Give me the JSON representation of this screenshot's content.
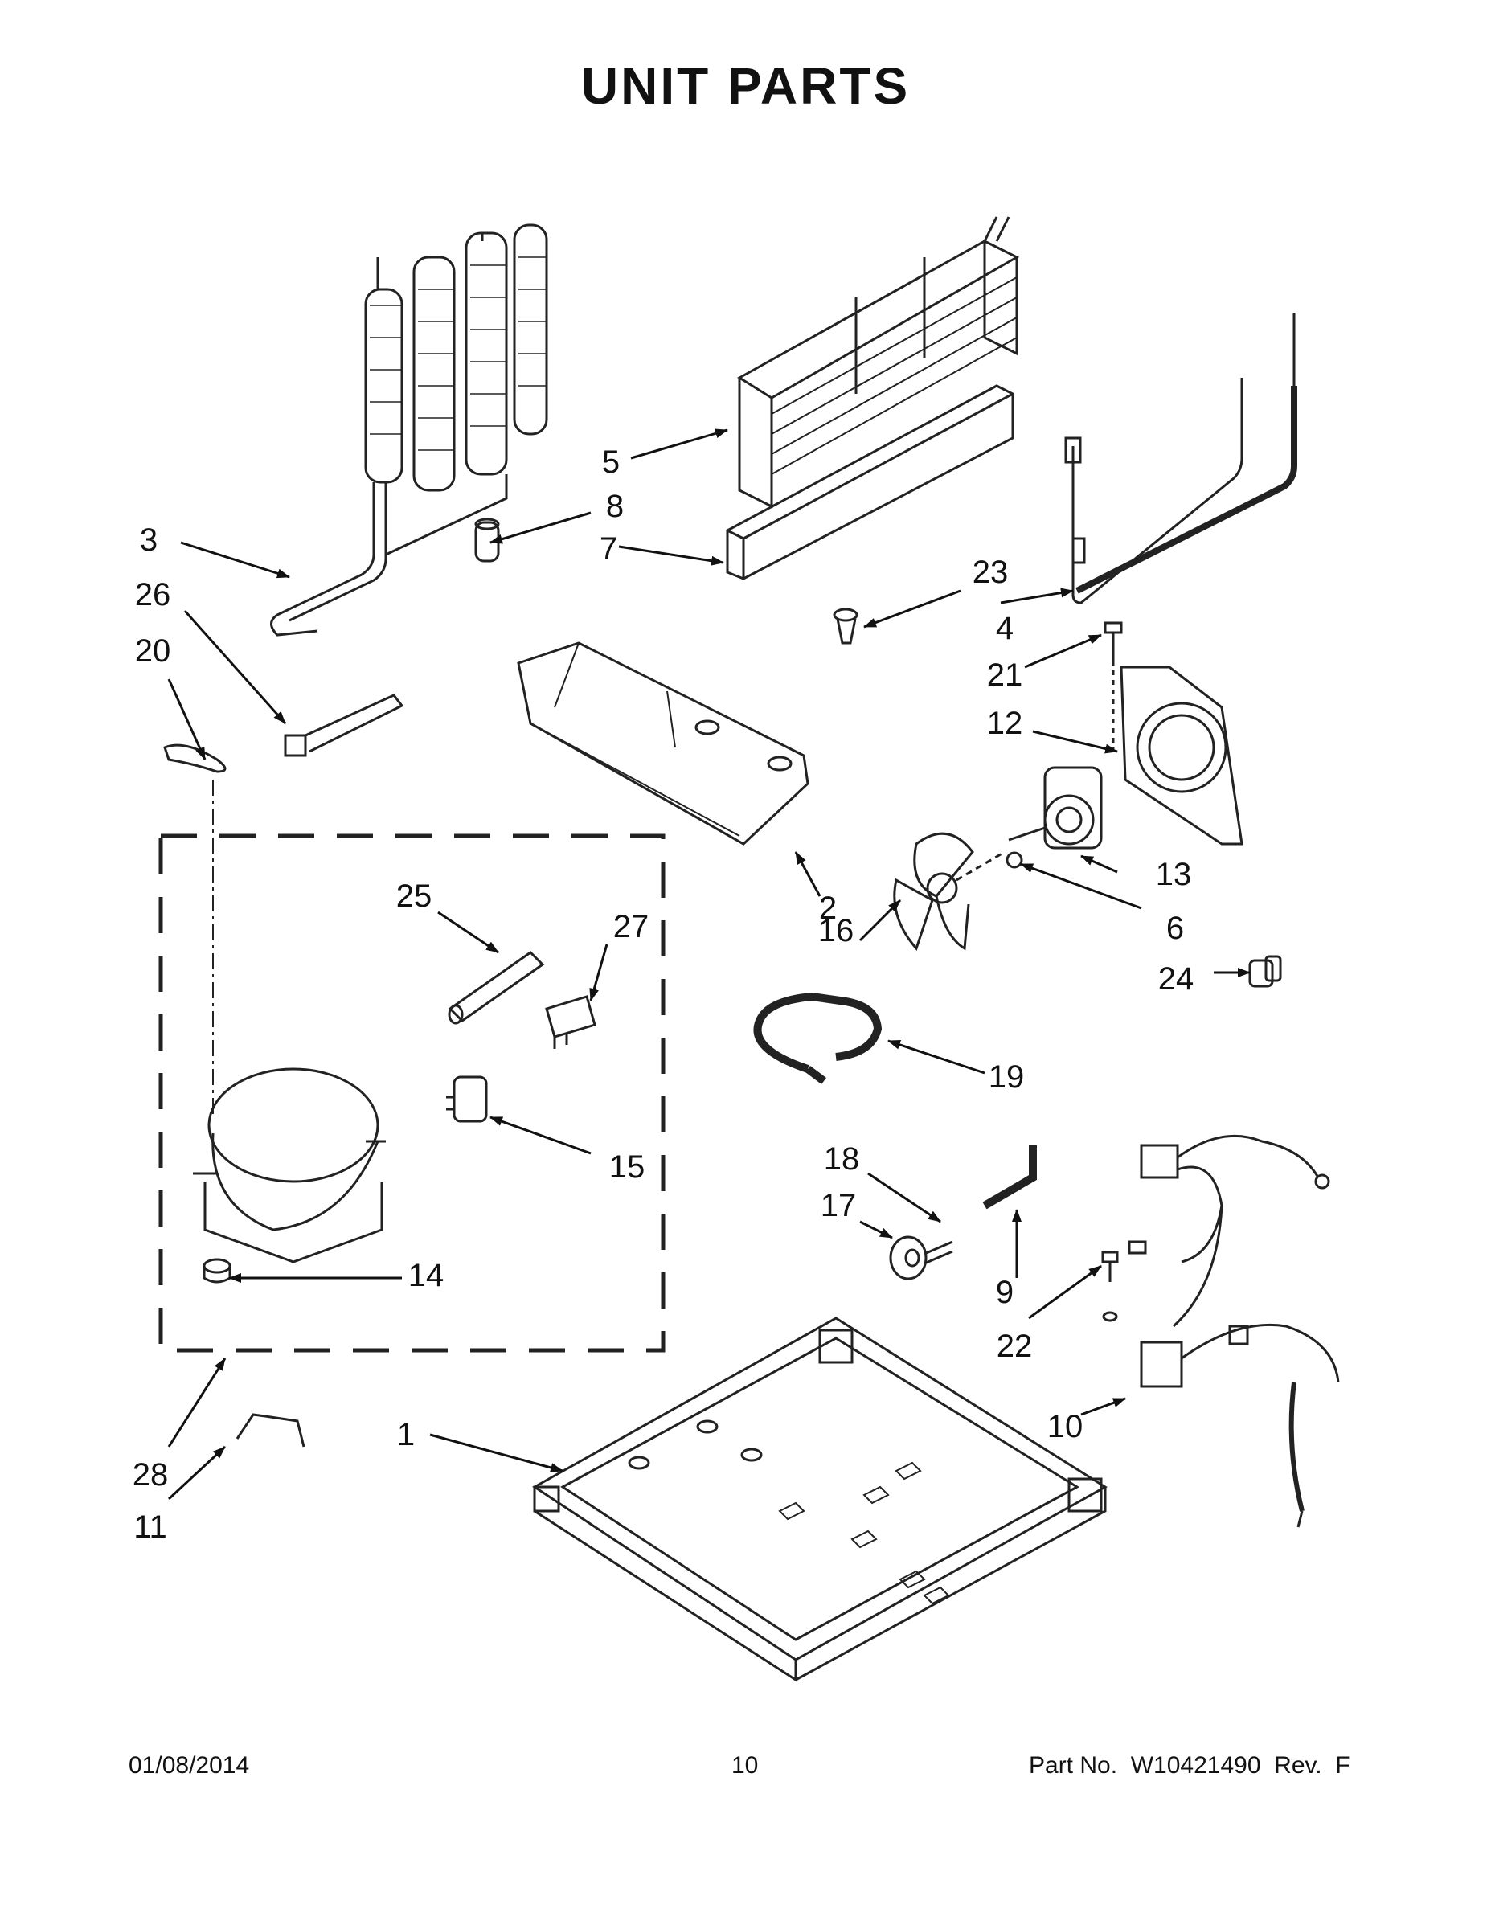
{
  "page": {
    "title": "UNIT  PARTS",
    "footer": {
      "date": "01/08/2014",
      "page_number": "10",
      "part_no": "Part No.  W10421490  Rev.  F"
    }
  },
  "callouts": {
    "c1": "1",
    "c2": "2",
    "c3": "3",
    "c4": "4",
    "c5": "5",
    "c6": "6",
    "c7": "7",
    "c8": "8",
    "c9": "9",
    "c10": "10",
    "c11": "11",
    "c12": "12",
    "c13": "13",
    "c14": "14",
    "c15": "15",
    "c16": "16",
    "c17": "17",
    "c18": "18",
    "c19": "19",
    "c20": "20",
    "c21": "21",
    "c22": "22",
    "c23": "23",
    "c24": "24",
    "c25": "25",
    "c26": "26",
    "c27": "27",
    "c28": "28"
  }
}
